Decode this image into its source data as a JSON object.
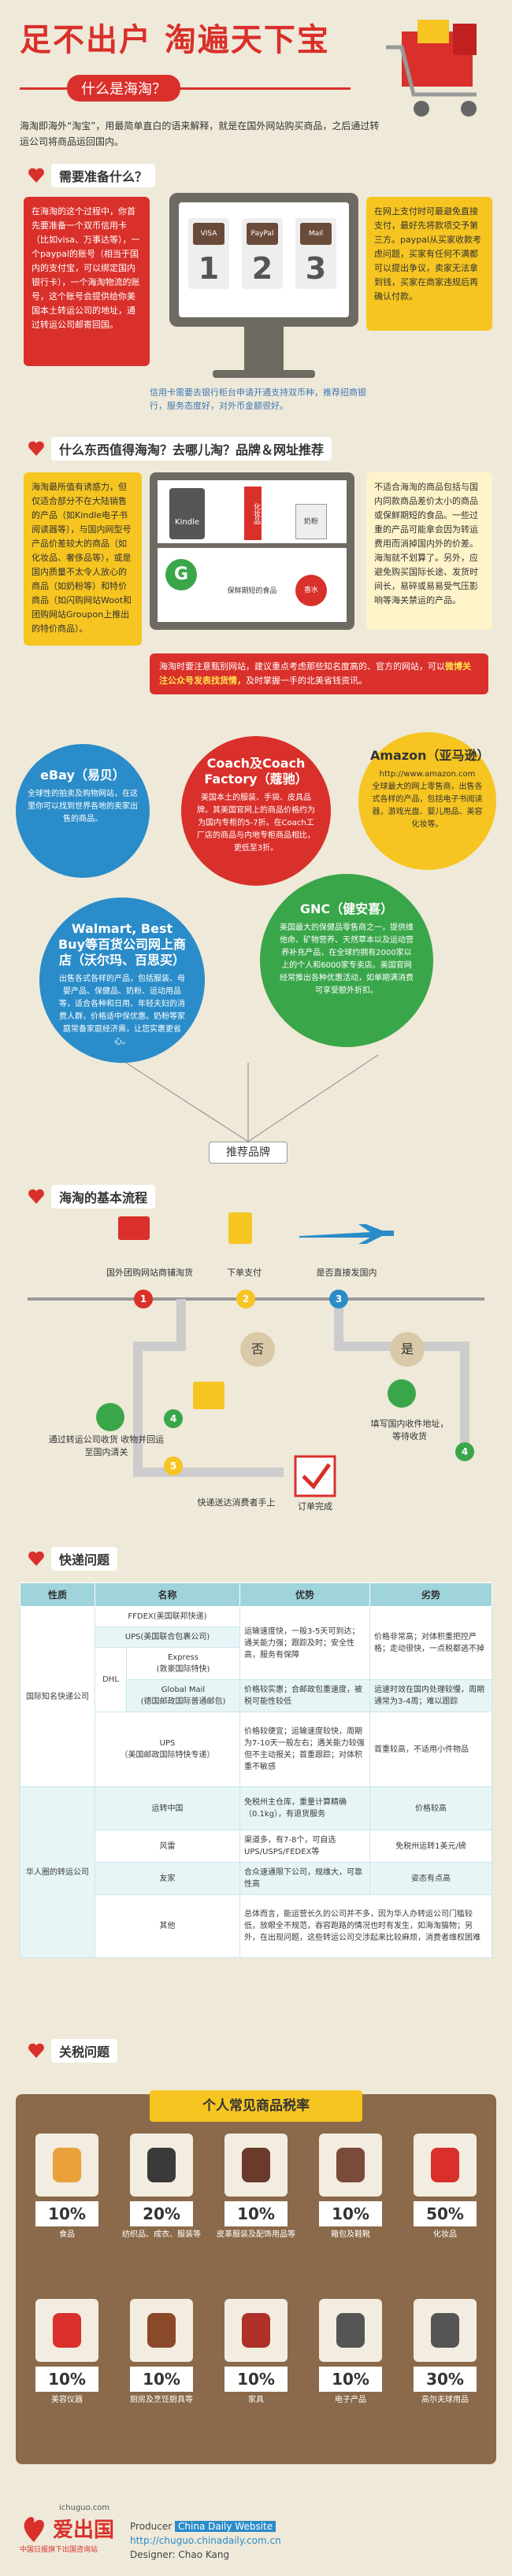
{
  "header": {
    "title": "足不出户  淘遍天下宝",
    "subtitle": "什么是海淘？",
    "intro": "海淘即海外“淘宝”，用最简单直白的语来解释，就是在国外网站购买商品，之后通过转运公司将商品运回国内。"
  },
  "sec1": {
    "title": "需要准备什么？",
    "left_box": "在海淘的这个过程中，你首先要准备一个双币信用卡（比如visa、万事达等），一个paypal的账号（相当于国内的支付宝，可以绑定国内银行卡），一个海淘物流的账号，这个账号会提供给你美国本土转运公司的地址，通过转运公司邮寄回国。",
    "right_box": "在网上支付时可最避免直接支付，最好先将款项交予第三方。paypal从买家收款考虑问题，买家有任何不满都可以提出争议，卖家无法拿到钱，买家在商家违规后再确认付款。",
    "cards": [
      "VISA",
      "PayPal",
      "Mail"
    ],
    "steps": [
      "1",
      "2",
      "3"
    ],
    "note": "信用卡需要去银行柜台申请开通支持双币种，推荐招商银行，服务态度好，对外币金额很好。"
  },
  "sec2": {
    "title": "什么东西值得海淘？去哪儿淘？品牌＆网址推荐",
    "left_box": "海淘最所值有诱惑力，但仅适合部分不在大陆销售的产品（如Kindle电子书阅读器等），与国内网型号产品价差较大的商品（如化妆品、奢侈品等），或是国内质量不太令人放心的商品（如奶粉等）和特价商品（如闪购网站Woot和团购网站Groupon上推出的特价商品）。",
    "right_box": "不适合海淘的商品包括与国内同款商品差价太小的商品或保鲜期短的食品。一些过重的产品可能拿会因为转运费用而消掉国内外的价差。海淘就不划算了。另外，应避免购买国际长途、发货时间长，易碎或易易受气压影响等海关禁运的产品。",
    "shelf_labels": [
      "Kindle",
      "化妆品",
      "奶粉",
      "保鲜期短的食品",
      "香水"
    ],
    "note_a": "海淘时要注意甄别网站，建议重点考虑那些知名度高的、官方的网站，可以",
    "note_hl": "微博关注公众号发表找货情，",
    "note_b": "及时掌握一手的北美省钱资讯。"
  },
  "brands": {
    "ebay": {
      "name": "eBay（易贝）",
      "desc": "全球性的拍卖及购物网站，在这里你可以找到世界各地的卖家出售的商品。"
    },
    "coach": {
      "name": "Coach及Coach Factory（蔻驰）",
      "desc": "美国本土的服装、手袋、皮具品牌。其美国官网上的商品价格约为为国内专柜的5-7折。在Coach工厂店的商品与内地专柜商品相比，更低至3折。"
    },
    "amazon": {
      "name": "Amazon（亚马逊）",
      "url": "http://www.amazon.com",
      "desc": "全球最大的网上零售商，出售各式各样的产品，包括电子书阅读器，游戏光盘、婴儿用品、美容化妆等。"
    },
    "walmart": {
      "name": "Walmart, Best Buy等百货公司网上商店（沃尔玛、百思买）",
      "desc": "出售各式各样的产品，包括服装、母婴产品、保健品、奶粉、运动用品等，适合各种和日用、年轻夫妇的消费人群，价格适中保优惠。奶粉等家庭常备家庭经济需，让您实惠更省心。"
    },
    "gnc": {
      "name": "GNC（健安喜）",
      "desc": "美国最大的保健品零售商之一，提供维他命、矿物营养、天然草本以及运动营养补充产品，在全球约拥有2000家以上的个人和6000家专卖店。美国官网经常推出各种优惠活动，如单期满消费可享受额外折扣。"
    },
    "tag": "推荐品牌"
  },
  "sec3": {
    "title": "海淘的基本流程",
    "steps": [
      {
        "num": "1",
        "label": "国外团购网站商铺淘货"
      },
      {
        "num": "2",
        "label": "下单支付"
      },
      {
        "num": "3",
        "label": "是否直接发国内"
      },
      {
        "num": "4",
        "label": "填写国内收件地址，等待收货"
      },
      {
        "num": "4",
        "label": "通过转运公司收货 收物并回运至国内清关"
      },
      {
        "num": "5",
        "label": "快递送达消费者手上"
      }
    ],
    "no": "否",
    "yes": "是",
    "done": "订单完成"
  },
  "sec4": {
    "title": "快递问题",
    "headers": [
      "性质",
      "名称",
      "优势",
      "劣势"
    ],
    "group_intl": "国际知名快递公司",
    "group_cn": "华人圈的转运公司",
    "dhl": "DHL",
    "rows": [
      {
        "name": "FFDEX(美国联邦快递)",
        "adv": "运输速度快，一般3-5天可到达；通关能力强；跟踪及时；安全性高，服务有保障",
        "dis": "价格非常高；对体积重把控严格；走动很快，一点税都逃不掉"
      },
      {
        "name": "UPS(美国联合包裹公司)",
        "adv": "",
        "dis": ""
      },
      {
        "name": "Express\n(敦豪国际特快)",
        "adv": "",
        "dis": ""
      },
      {
        "name": "Global Mail\n(德国邮政国际普通邮包)",
        "adv": "价格较实惠；合邮政包重速度，被税可能性较低",
        "dis": "运速时效在国内处理较慢，周期通常为3-4周；难以跟踪"
      },
      {
        "name": "UPS\n（美国邮政国际特快专递）",
        "adv": "价格较便宜；运输速度较快，周期为7-10天一般左右；遇关能力较强但不主动报关；首重跟踪；对体积重不敏感",
        "dis": "首重较高，不适用小件物品"
      },
      {
        "name": "运转中国",
        "adv": "免税州主仓库，重量计算精确（0.1kg），有退货服务",
        "dis": "价格较高"
      },
      {
        "name": "风雷",
        "adv": "渠道多，有7-8个，可自选UPS/USPS/FEDEX等",
        "dis": "免税州运转1美元/磅"
      },
      {
        "name": "友家",
        "adv": "合众速通限下公司，规维大，可靠性高",
        "dis": "姿态有点高"
      },
      {
        "name": "其他",
        "adv": "总体而言，能运营长久的公司并不多，因为华人办转运公司门槛较低，放眼全不规范，吞容跑路的情况也时有发生，如海淘猫物；另外，在出现问题，这些转运公司交涉起来比较麻烦，消费者维权困难",
        "dis": ""
      }
    ]
  },
  "sec5": {
    "title": "关税问题",
    "panel_title": "个人常见商品税率",
    "items": [
      {
        "pct": "10%",
        "label": "食品",
        "icon": "burger-icon"
      },
      {
        "pct": "20%",
        "label": "纺织品、成衣、服装等",
        "icon": "suit-icon"
      },
      {
        "pct": "10%",
        "label": "皮革服装及配饰用品等",
        "icon": "jacket-icon"
      },
      {
        "pct": "10%",
        "label": "箱包及鞋靴",
        "icon": "bag-icon"
      },
      {
        "pct": "50%",
        "label": "化妆品",
        "icon": "lipstick-icon"
      },
      {
        "pct": "10%",
        "label": "美容仪器",
        "icon": "hairdryer-icon"
      },
      {
        "pct": "10%",
        "label": "厨房及烹饪厨具等",
        "icon": "cookware-icon"
      },
      {
        "pct": "10%",
        "label": "家具",
        "icon": "sofa-icon"
      },
      {
        "pct": "10%",
        "label": "电子产品",
        "icon": "phone-icon"
      },
      {
        "pct": "30%",
        "label": "高尔夫球用品",
        "icon": "golf-icon"
      }
    ]
  },
  "footer": {
    "site": "ichuguo.com",
    "logo": "爱出国",
    "logo_sub": "中国日报旗下出国咨询站",
    "producer_label": "Producer",
    "producer": "China Daily Website",
    "url": "http://chuguo.chinadaily.com.cn",
    "designer": "Designer: Chao Kang"
  },
  "colors": {
    "red": "#d9302b",
    "yellow": "#f6c521",
    "blue": "#2a8cc9",
    "green": "#3aa64a",
    "brown": "#8a6a4a"
  }
}
